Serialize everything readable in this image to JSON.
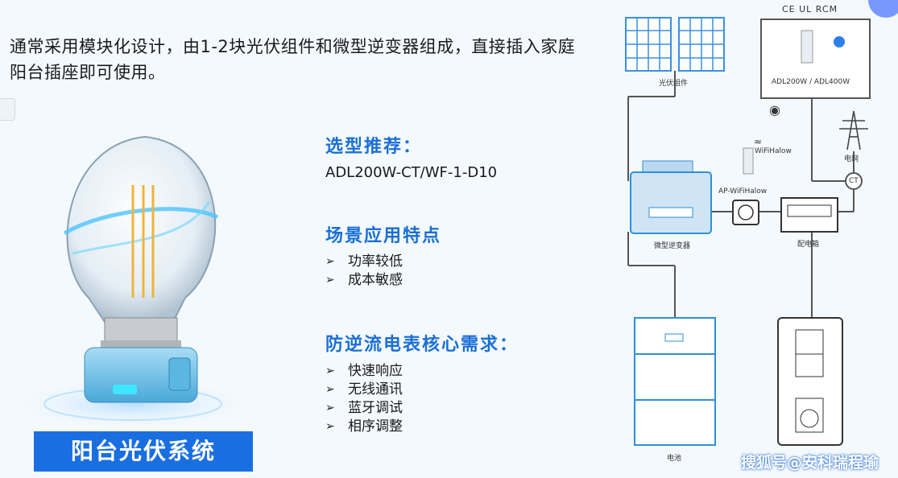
{
  "intro": "通常采用模块化设计，由1-2块光伏组件和微型逆变器组成，直接插入家庭阳台插座即可使用。",
  "banner": "阳台光伏系统",
  "selection": {
    "title": "选型推荐：",
    "model": "ADL200W-CT/WF-1-D10"
  },
  "features": {
    "title": "场景应用特点",
    "items": [
      "功率较低",
      "成本敏感"
    ]
  },
  "needs": {
    "title": "防逆流电表核心需求：",
    "items": [
      "快速响应",
      "无线通讯",
      "蓝牙调试",
      "相序调整"
    ]
  },
  "diagram": {
    "pv_label": "光伏组件",
    "cert": "CE   UL   RCM",
    "meter_label": "ADL200W / ADL400W",
    "wifi_label": "WiFiHalow",
    "ap_label": "AP-WiFiHalow",
    "grid_label": "电网",
    "ct_label": "CT",
    "inverter_label": "微型逆变器",
    "panel_label": "配电箱",
    "battery_label": "电池"
  },
  "watermark": "搜狐号@安科瑞程瑜",
  "colors": {
    "accent": "#1a6fe0",
    "title_blue": "#1a6fd6",
    "line": "#555555",
    "device_blue": "#2f8fd8"
  }
}
